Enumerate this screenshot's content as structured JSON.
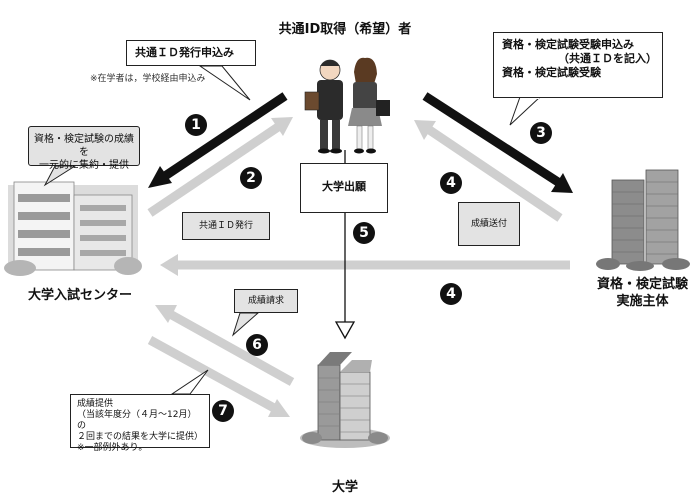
{
  "applicant": {
    "label": "共通ID取得（希望）者"
  },
  "center": {
    "label": "大学入試センター"
  },
  "exam_body": {
    "line1": "資格・検定試験",
    "line2": "実施主体"
  },
  "university": {
    "label": "大学"
  },
  "callouts": {
    "id_application": "共通ＩＤ発行申込み",
    "enrolled_note": "※在学者は，学校経由申込み",
    "exam_application": {
      "line1": "資格・検定試験受験申込み",
      "line2": "（共通ＩＤを記入）",
      "line3": "資格・検定試験受験"
    },
    "center_role": {
      "line1": "資格・検定試験の成績を",
      "line2": "一元的に集約・提供"
    },
    "university_application": "大学出願",
    "id_issue": "共通ＩＤ発行",
    "score_send": "成績送付",
    "score_request": "成績請求",
    "score_provide": {
      "line1": "成績提供",
      "line2": "（当該年度分（４月～12月）の",
      "line3": "２回までの結果を大学に提供）",
      "line4": "※一部例外あり。"
    }
  },
  "steps": {
    "s1": "1",
    "s2": "2",
    "s3": "3",
    "s4a": "4",
    "s4b": "4",
    "s5": "5",
    "s6": "6",
    "s7": "7"
  },
  "colors": {
    "dark_arrow": "#111111",
    "light_arrow": "#cfcfcf",
    "callout_gray": "#e3e3e3"
  },
  "icons": [
    "students-illustration",
    "center-building-illustration",
    "office-towers-illustration",
    "university-tower-illustration"
  ]
}
